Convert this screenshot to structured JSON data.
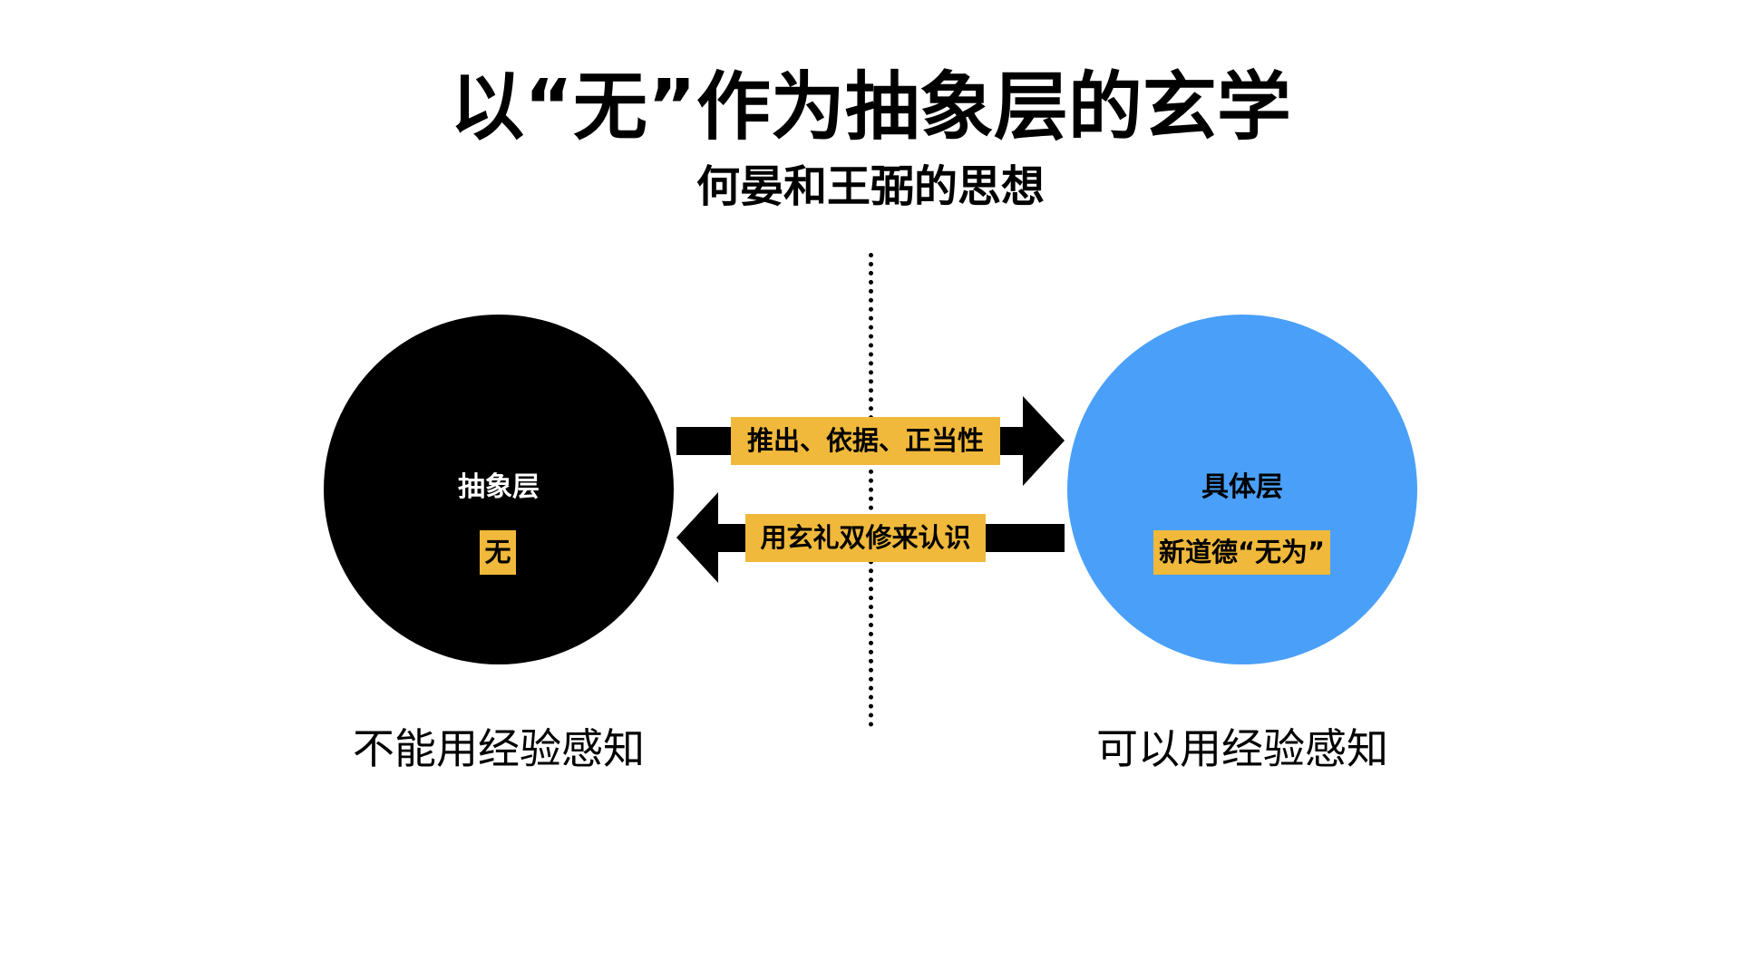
{
  "title": "以“无”作为抽象层的玄学",
  "subtitle": "何晏和王弼的思想",
  "left": {
    "heading": "抽象层",
    "tag": "无",
    "caption": "不能用经验感知"
  },
  "right": {
    "heading": "具体层",
    "tag": "新道德“无为”",
    "caption": "可以用经验感知"
  },
  "arrows": {
    "to_right": "推出、依据、正当性",
    "to_left": "用玄礼双修来认识"
  },
  "colors": {
    "accent": "#f0b93b",
    "concrete": "#4aa0f8",
    "abstract": "#000000"
  }
}
